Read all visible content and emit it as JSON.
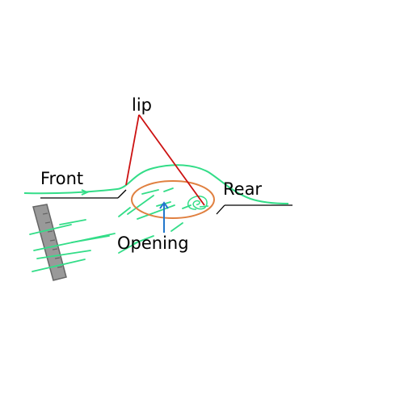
{
  "labels": {
    "lip": "lip",
    "front": "Front",
    "rear": "Rear",
    "opening": "Opening"
  },
  "colors": {
    "flow": "#33dd88",
    "pointer": "#cc1111",
    "opening_ring": "#e08040",
    "arrow": "#2277cc",
    "surface": "#000000",
    "ruler_fill": "#999999",
    "ruler_stroke": "#666666"
  },
  "icons": {
    "swirl": "swirl-icon",
    "flow_arrow": "arrow-right-icon",
    "up_arrow": "arrow-up-icon"
  }
}
